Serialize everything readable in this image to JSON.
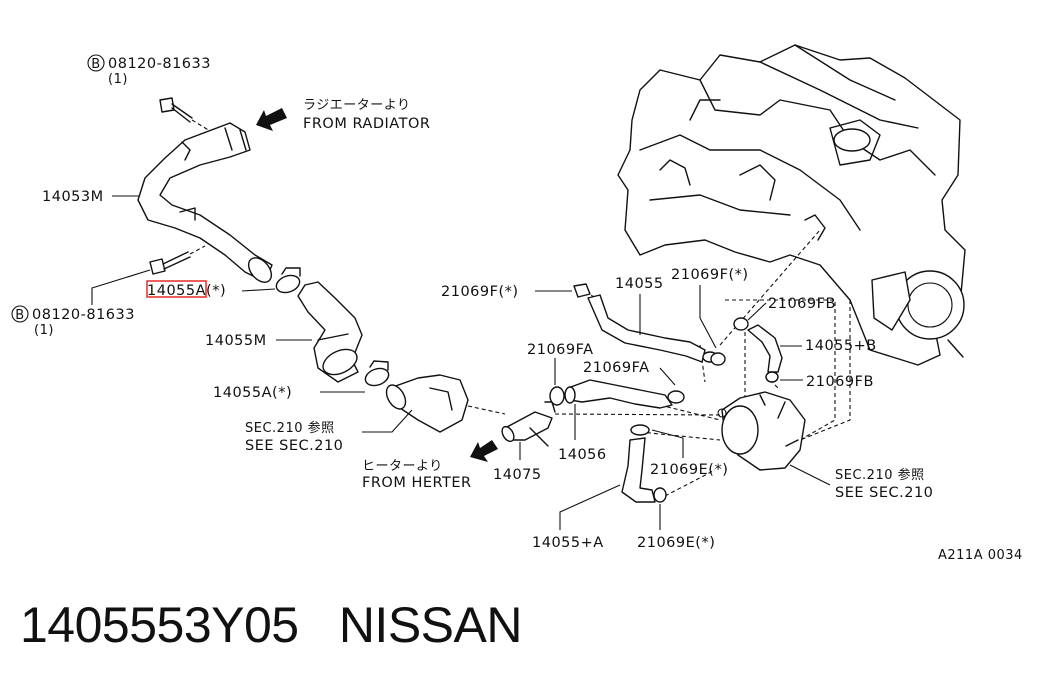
{
  "labels": {
    "bolt_top_code": "08120-81633",
    "bolt_top_qty": "(1)",
    "bolt_mid_code": "08120-81633",
    "bolt_mid_qty": "(1)",
    "bolt_marker": "B",
    "from_radiator_jp": "ラジエーターより",
    "from_radiator_en": "FROM RADIATOR",
    "p14053M": "14053M",
    "p14055A_highlighted": "14055A(*)",
    "p14055M": "14055M",
    "p14055A_lower": "14055A(*)",
    "sec210_left_jp": "SEC.210  参照",
    "sec210_left_en": "SEE SEC.210",
    "from_heater_jp": "ヒーターより",
    "from_heater_en": "FROM HERTER",
    "p14075": "14075",
    "p21069F_left": "21069F(*)",
    "p14055": "14055",
    "p21069F_top": "21069F(*)",
    "p21069FB_top": "21069FB",
    "p14055B": "14055+B",
    "p21069FB_lower": "21069FB",
    "p21069FA_left": "21069FA",
    "p21069FA_right": "21069FA",
    "p14056": "14056",
    "p21069E_mid": "21069E(*)",
    "sec210_right_jp": "SEC.210  参照",
    "sec210_right_en": "SEE SEC.210",
    "p14055A_bottom": "14055+A",
    "p21069E_bottom": "21069E(*)",
    "diagram_code": "A211A 0034"
  },
  "caption": {
    "part_number": "1405553Y05",
    "brand": "NISSAN"
  },
  "colors": {
    "highlight": "#e53935",
    "ink": "#111111"
  }
}
